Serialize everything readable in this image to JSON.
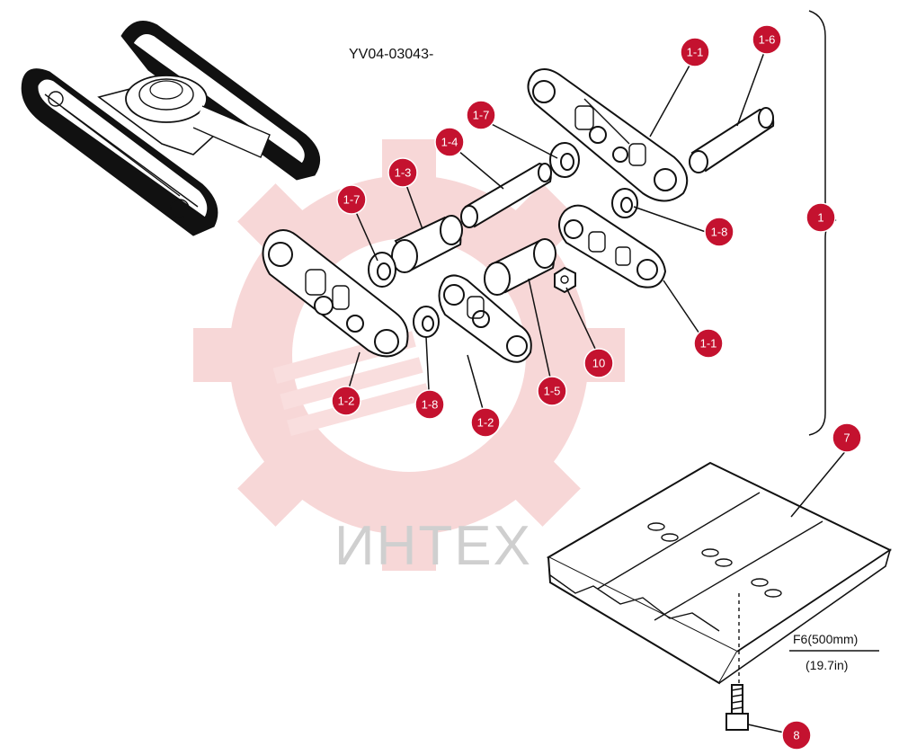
{
  "document": {
    "code": "YV04-03043-",
    "watermark": "ИНТЕХ",
    "dimension": {
      "metric": "F6(500mm)",
      "imperial": "(19.7in)"
    }
  },
  "colors": {
    "callout": "#c4122f",
    "watermark": "#f2c9c9",
    "line": "#111111"
  },
  "callouts": [
    {
      "id": "c-1-1-top",
      "label": "1-1"
    },
    {
      "id": "c-1-6",
      "label": "1-6"
    },
    {
      "id": "c-1-7-top",
      "label": "1-7"
    },
    {
      "id": "c-1-4",
      "label": "1-4"
    },
    {
      "id": "c-1-3",
      "label": "1-3"
    },
    {
      "id": "c-1-7-left",
      "label": "1-7"
    },
    {
      "id": "c-1-8-right",
      "label": "1-8"
    },
    {
      "id": "c-1",
      "label": "1"
    },
    {
      "id": "c-1-1-bottom",
      "label": "1-1"
    },
    {
      "id": "c-10",
      "label": "10"
    },
    {
      "id": "c-1-5",
      "label": "1-5"
    },
    {
      "id": "c-1-2-left",
      "label": "1-2"
    },
    {
      "id": "c-1-8-bottom",
      "label": "1-8"
    },
    {
      "id": "c-1-2-mid",
      "label": "1-2"
    },
    {
      "id": "c-7",
      "label": "7"
    },
    {
      "id": "c-8",
      "label": "8"
    }
  ]
}
